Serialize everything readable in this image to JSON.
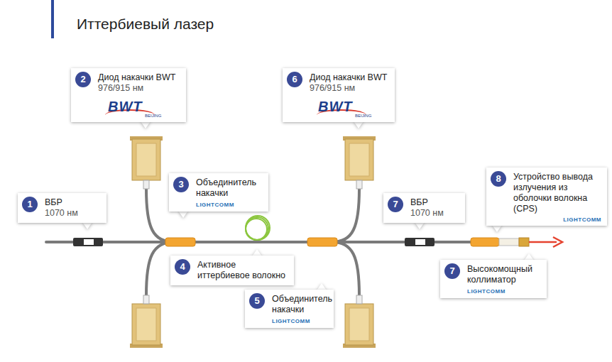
{
  "diagram": {
    "title": "Иттербиевый лазер",
    "nodes": [
      {
        "text": [
          "Диод накачки BWT",
          "976/915 нм"
        ]
      },
      {
        "text": [
          "Диод накачки BWT",
          "976/915 нм"
        ]
      },
      {
        "text": [
          "ВБР",
          "1070 нм"
        ]
      },
      {
        "text": [
          "Объединитель накачки"
        ]
      },
      {
        "text": [
          "Активное иттербиевое волокно"
        ]
      },
      {
        "text": [
          "Объединитель накачки"
        ]
      },
      {
        "text": [
          "ВБР",
          "1070 нм"
        ]
      },
      {
        "text": [
          "Устройство вывода излучения из оболочки волокна (CPS)"
        ]
      },
      {
        "text": [
          "Высокомощный коллиматор"
        ]
      }
    ],
    "labels": [
      "2",
      "BWT",
      "BEIJING",
      "6",
      "BWT",
      "BEIJING",
      "1",
      "3",
      "LIGHTCOMM",
      "7",
      "8",
      "LIGHTCOMM",
      "4",
      "5",
      "LIGHTCOMM",
      "7",
      "LIGHTCOMM"
    ]
  }
}
